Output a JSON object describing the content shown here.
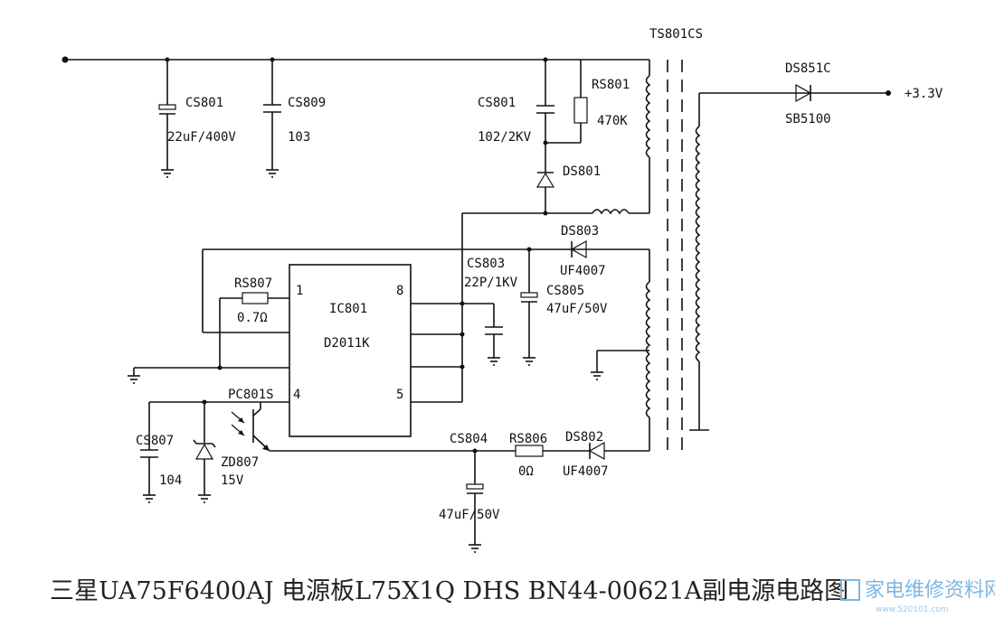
{
  "labels": {
    "ts801cs": "TS801CS",
    "ds851c": "DS851C",
    "sb5100": "SB5100",
    "out_voltage": "+3.3V",
    "cs801_a": "CS801",
    "cs801_a_val": "22uF/400V",
    "cs809": "CS809",
    "cs809_val": "103",
    "cs801_b": "CS801",
    "cs801_b_val": "102/2KV",
    "rs801": "RS801",
    "rs801_val": "470K",
    "ds801": "DS801",
    "ds803": "DS803",
    "ds803_val": "UF4007",
    "cs803": "CS803",
    "cs803_val": "22P/1KV",
    "cs805": "CS805",
    "cs805_val": "47uF/50V",
    "rs807": "RS807",
    "rs807_val": "0.7Ω",
    "ic801": "IC801",
    "ic801_val": "D2011K",
    "pin1": "1",
    "pin8": "8",
    "pin4": "4",
    "pin5": "5",
    "pc801s": "PC801S",
    "cs807": "CS807",
    "cs807_val": "104",
    "zd807": "ZD807",
    "zd807_val": "15V",
    "cs804": "CS804",
    "cs804_val": "47uF/50V",
    "rs806": "RS806",
    "rs806_val": "0Ω",
    "ds802": "DS802",
    "ds802_val": "UF4007"
  },
  "caption": "三星UA75F6400AJ 电源板L75X1Q DHS BN44-00621A副电源电路图",
  "watermark": {
    "text": "家电维修资料网",
    "url": "www.520101.com"
  }
}
